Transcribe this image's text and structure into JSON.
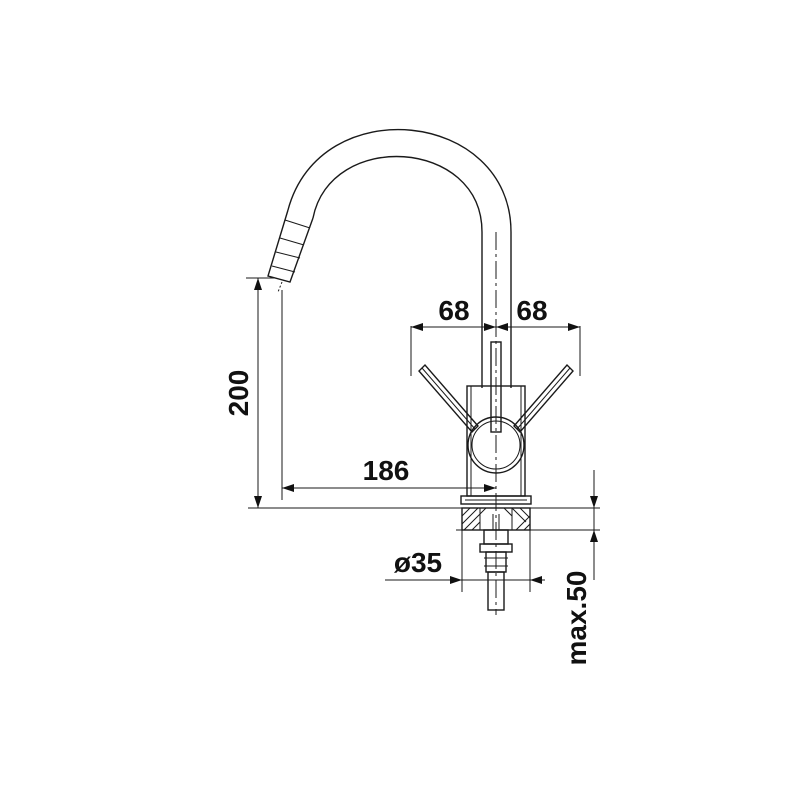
{
  "dimensions": {
    "lever_left": "68",
    "lever_right": "68",
    "spout_height": "200",
    "spout_reach": "186",
    "hole_diameter": "ø35",
    "max_thickness": "max.50"
  },
  "colors": {
    "line": "#1a1a1a",
    "background": "#ffffff"
  }
}
